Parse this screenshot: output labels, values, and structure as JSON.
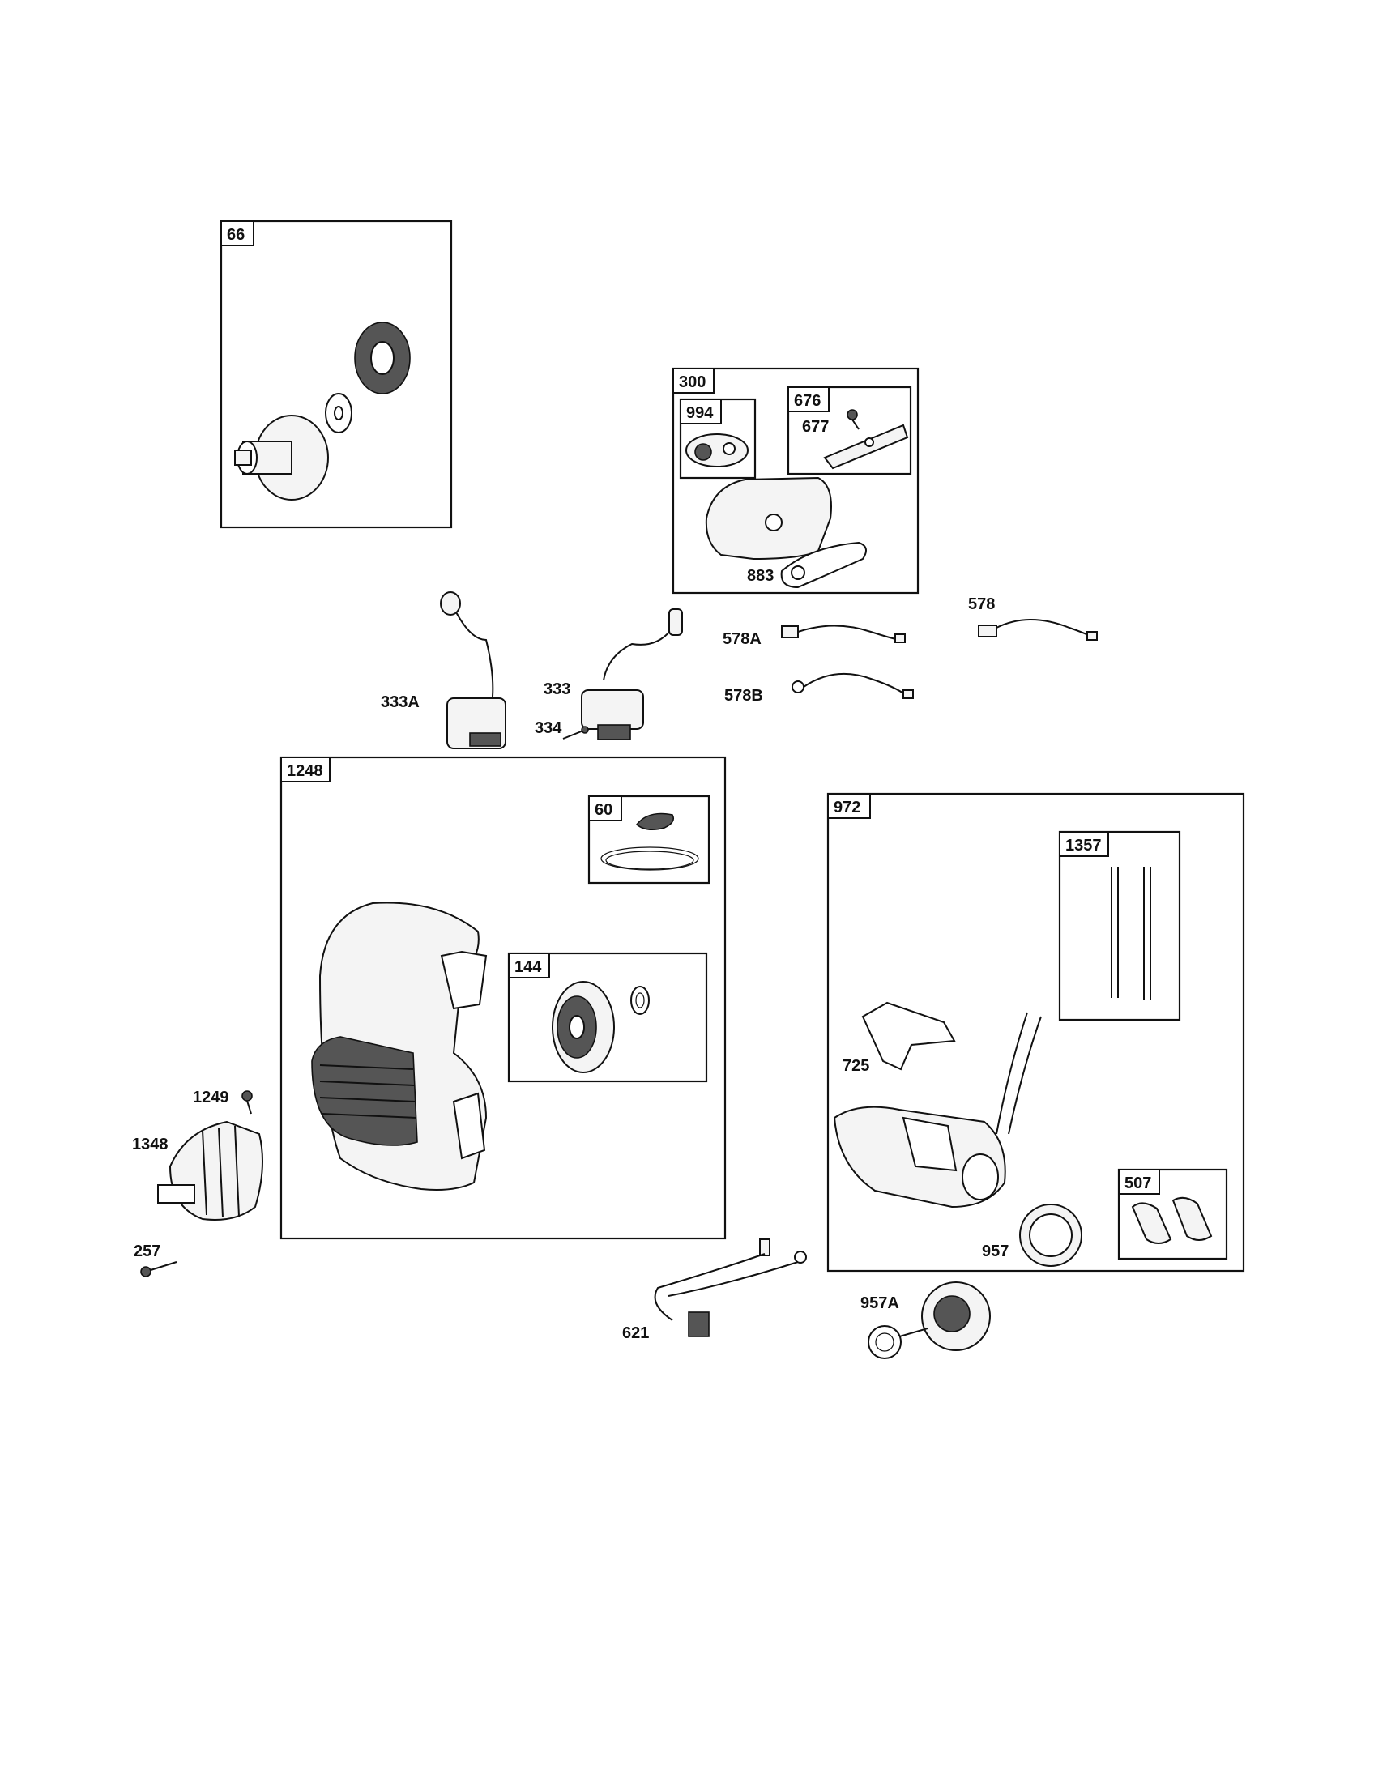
{
  "group_boxes": [
    {
      "id": "66",
      "label": "66"
    },
    {
      "id": "300",
      "label": "300"
    },
    {
      "id": "994",
      "label": "994"
    },
    {
      "id": "676",
      "label": "676"
    },
    {
      "id": "1248",
      "label": "1248"
    },
    {
      "id": "60",
      "label": "60"
    },
    {
      "id": "144",
      "label": "144"
    },
    {
      "id": "972",
      "label": "972"
    },
    {
      "id": "1357",
      "label": "1357"
    },
    {
      "id": "507",
      "label": "507"
    }
  ],
  "callouts": [
    {
      "id": "677",
      "label": "677"
    },
    {
      "id": "883",
      "label": "883"
    },
    {
      "id": "578",
      "label": "578"
    },
    {
      "id": "578A",
      "label": "578A"
    },
    {
      "id": "578B",
      "label": "578B"
    },
    {
      "id": "333",
      "label": "333"
    },
    {
      "id": "333A",
      "label": "333A"
    },
    {
      "id": "334",
      "label": "334"
    },
    {
      "id": "725",
      "label": "725"
    },
    {
      "id": "957",
      "label": "957"
    },
    {
      "id": "957A",
      "label": "957A"
    },
    {
      "id": "621",
      "label": "621"
    },
    {
      "id": "1249",
      "label": "1249"
    },
    {
      "id": "1348",
      "label": "1348"
    },
    {
      "id": "257",
      "label": "257"
    }
  ],
  "colors": {
    "ink": "#111111",
    "paper": "#ffffff",
    "shade": "#555555"
  }
}
